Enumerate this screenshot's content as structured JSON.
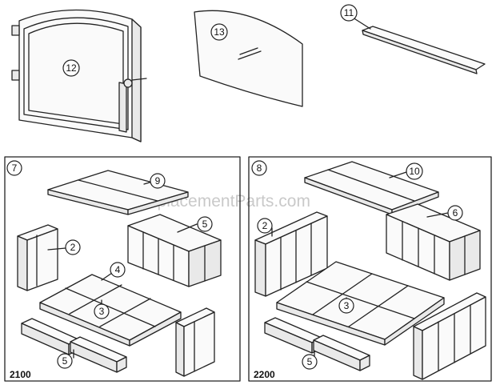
{
  "watermark": "eReplacementParts.com",
  "top_parts": {
    "door": {
      "callout": "12"
    },
    "glass": {
      "callout": "13"
    },
    "deflector": {
      "callout": "11"
    }
  },
  "panels": [
    {
      "callout": "7",
      "model": "2100",
      "parts": {
        "top_baffle": "9",
        "back_wall": "5",
        "side_left": "2",
        "floor_top": "4",
        "floor_center": "3",
        "front_bricks": "5"
      }
    },
    {
      "callout": "8",
      "model": "2200",
      "parts": {
        "top_baffle": "10",
        "back_wall": "6",
        "side_left": "2",
        "floor_center": "3",
        "front_bricks": "5"
      }
    }
  ]
}
